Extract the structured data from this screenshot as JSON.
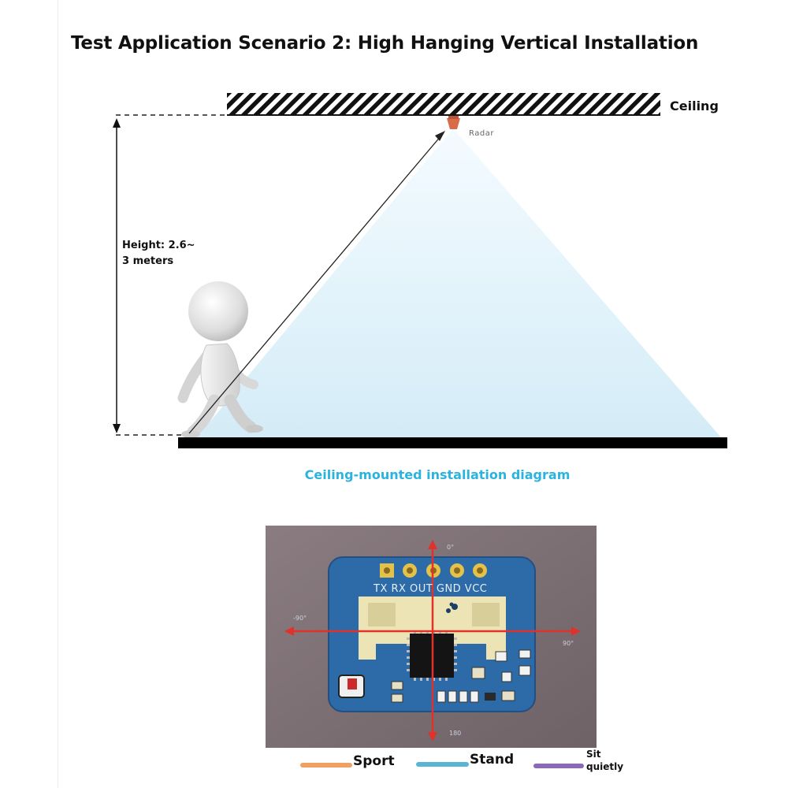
{
  "title": "Test Application Scenario 2: High Hanging Vertical Installation",
  "labels": {
    "ceiling": "Ceiling",
    "radar": "Radar",
    "height_line1": "Height: 2.6~",
    "height_line2": "3 meters",
    "caption": "Ceiling-mounted installation diagram"
  },
  "module": {
    "pins": "TX  RX OUT GND VCC",
    "angle_top": "0°",
    "angle_left": "-90°",
    "angle_right": "90°",
    "angle_bottom": "180"
  },
  "legend": {
    "sport": "Sport",
    "stand": "Stand",
    "sit_line1": "Sit",
    "sit_line2": "quietly"
  },
  "colors": {
    "sport": "#f0a060",
    "stand": "#5ab4d4",
    "sit": "#8a6ab8",
    "caption": "#2bb3e0",
    "detection_zone": "#d8eef8",
    "radar": "#d96a4a"
  }
}
